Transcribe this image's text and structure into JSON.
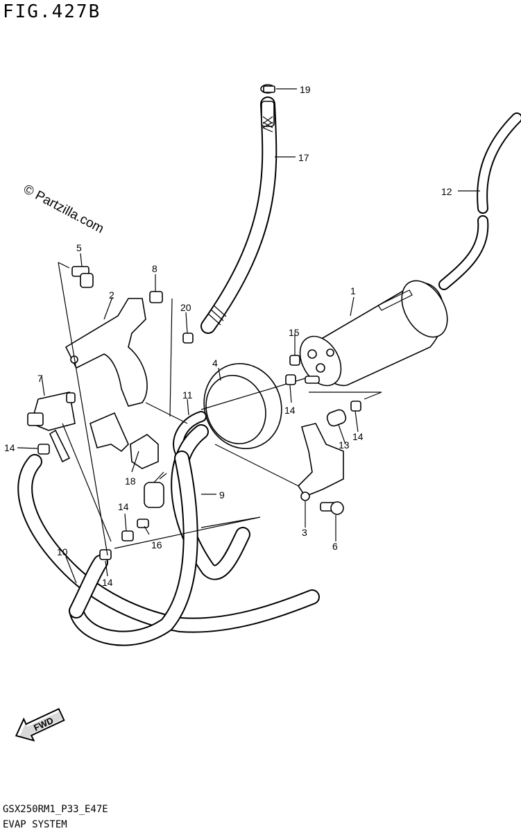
{
  "figure": {
    "title": "FIG.427B"
  },
  "watermark": "© Partzilla.com",
  "footer": {
    "model_code": "GSX250RM1_P33_E47E",
    "section_title": "EVAP SYSTEM"
  },
  "fwd_label": "FWD",
  "callouts": [
    {
      "id": "1",
      "part": "canister"
    },
    {
      "id": "2",
      "part": "bracket-front"
    },
    {
      "id": "3",
      "part": "bracket-rear"
    },
    {
      "id": "4",
      "part": "cushion-ring"
    },
    {
      "id": "5",
      "part": "bolt-upper"
    },
    {
      "id": "6",
      "part": "bolt-lower"
    },
    {
      "id": "7",
      "part": "purge-valve"
    },
    {
      "id": "8",
      "part": "nut"
    },
    {
      "id": "9",
      "part": "hose-9"
    },
    {
      "id": "10",
      "part": "hose-10"
    },
    {
      "id": "11",
      "part": "hose-11"
    },
    {
      "id": "12",
      "part": "hose-12"
    },
    {
      "id": "13",
      "part": "cap"
    },
    {
      "id": "14",
      "part": "clamp"
    },
    {
      "id": "15",
      "part": "clamp-15"
    },
    {
      "id": "16",
      "part": "joint"
    },
    {
      "id": "17",
      "part": "hose-17"
    },
    {
      "id": "18",
      "part": "cushion"
    },
    {
      "id": "19",
      "part": "clamp-19"
    },
    {
      "id": "20",
      "part": "clamp-20"
    }
  ]
}
